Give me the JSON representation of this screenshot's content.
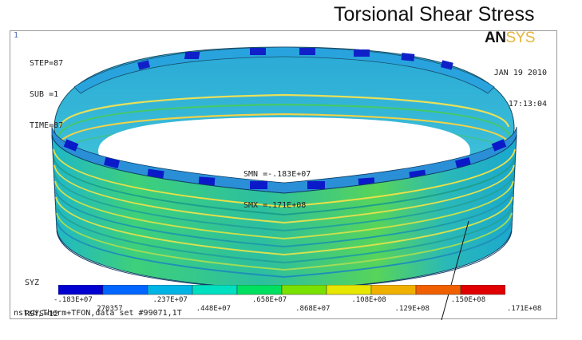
{
  "title": "Torsional Shear Stress",
  "viewport": {
    "window_number": "1",
    "step": "STEP=87",
    "sub": "SUB =1",
    "time": "TIME=87",
    "logo_an": "AN",
    "logo_sys": "SYS",
    "date": "JAN 19 2010",
    "clock": "17:13:04",
    "smn": "SMN =-.183E+07",
    "smx": "SMX =.171E+08",
    "component": "SYZ",
    "rsys": "RSYS=12",
    "footer": "nstxU,Therm+TFON,data set #99071,1T"
  },
  "contour_legend": {
    "colors": [
      "#0000d0",
      "#0066ff",
      "#00b4e6",
      "#00e0c0",
      "#00e060",
      "#7ae000",
      "#e6e600",
      "#f0b000",
      "#f06000",
      "#e00000"
    ],
    "labels_top": [
      ".183E+07",
      ".237E+07",
      ".658E+07",
      ".108E+08",
      ".150E+08"
    ],
    "labels_bottom": [
      "270357",
      ".448E+07",
      ".868E+07",
      ".129E+08",
      ".171E+08"
    ],
    "labels_top_prefix": [
      "-",
      "",
      "",
      "",
      ""
    ]
  }
}
